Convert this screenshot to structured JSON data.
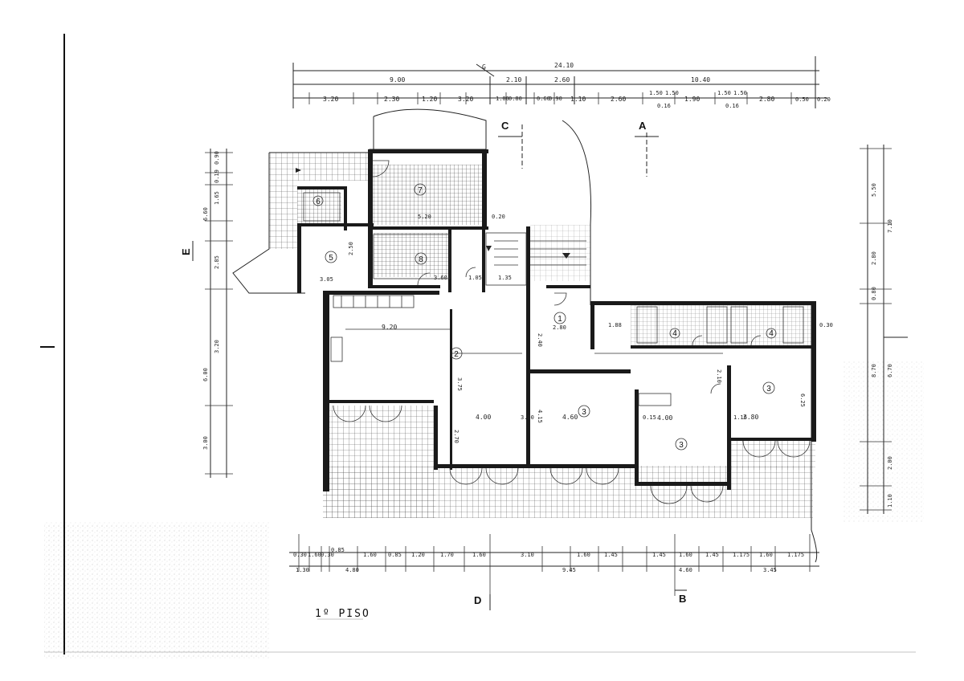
{
  "drawing": {
    "title": "1º PISO",
    "section_marks": {
      "a": "A",
      "b": "B",
      "c": "C",
      "d": "D",
      "e": "E",
      "g": "G"
    }
  },
  "rooms": [
    {
      "id": "r1",
      "num": "1"
    },
    {
      "id": "r2",
      "num": "2"
    },
    {
      "id": "r3a",
      "num": "3"
    },
    {
      "id": "r3b",
      "num": "3"
    },
    {
      "id": "r3c",
      "num": "3"
    },
    {
      "id": "r3d",
      "num": "3"
    },
    {
      "id": "r4a",
      "num": "4"
    },
    {
      "id": "r4b",
      "num": "4"
    },
    {
      "id": "r5",
      "num": "5"
    },
    {
      "id": "r6",
      "num": "6"
    },
    {
      "id": "r7",
      "num": "7"
    },
    {
      "id": "r8",
      "num": "8"
    }
  ],
  "dimensions": {
    "top_total": "24.10",
    "top_row2": [
      "9.00",
      "2.10",
      "2.60",
      "10.40"
    ],
    "top_row3": [
      "3.20",
      "2.30",
      "1.20",
      "3.20",
      "1.00",
      "0.80",
      "0.60",
      "0.90",
      "1.10",
      "2.60",
      "1.50",
      "0.16",
      "1.50",
      "1.90",
      "1.50",
      "0.16",
      "1.50",
      "2.80",
      "0.50",
      "0.20"
    ],
    "bottom_row1": [
      "0.30",
      "1.60",
      "0.30",
      "0.85",
      "1.60",
      "0.85",
      "1.20",
      "1.70",
      "1.60",
      "3.10",
      "1.60",
      "1.45",
      "1.45",
      "1.60",
      "1.45",
      "1.175",
      "1.60",
      "1.175"
    ],
    "bottom_row2": [
      "1.30",
      "4.80",
      "9.45",
      "4.60",
      "3.45"
    ],
    "left": [
      "0.90",
      "0.19",
      "1.65",
      "6.60",
      "2.85",
      "3.20",
      "6.00",
      "3.00"
    ],
    "right": [
      "5.50",
      "7.10",
      "2.80",
      "0.80",
      "0.30",
      "8.70",
      "6.70",
      "2.00",
      "1.10"
    ],
    "interior": [
      "9.20",
      "3.75",
      "4.00",
      "4.60",
      "4.00",
      "3.80",
      "2.80",
      "1.88",
      "2.50",
      "3.05",
      "5.20",
      "0.20",
      "2.10",
      "4.15",
      "0.15",
      "1.16",
      "6.25",
      "2.70",
      "3.00",
      "1.35",
      "1.05",
      "2.40",
      "3.60"
    ]
  }
}
